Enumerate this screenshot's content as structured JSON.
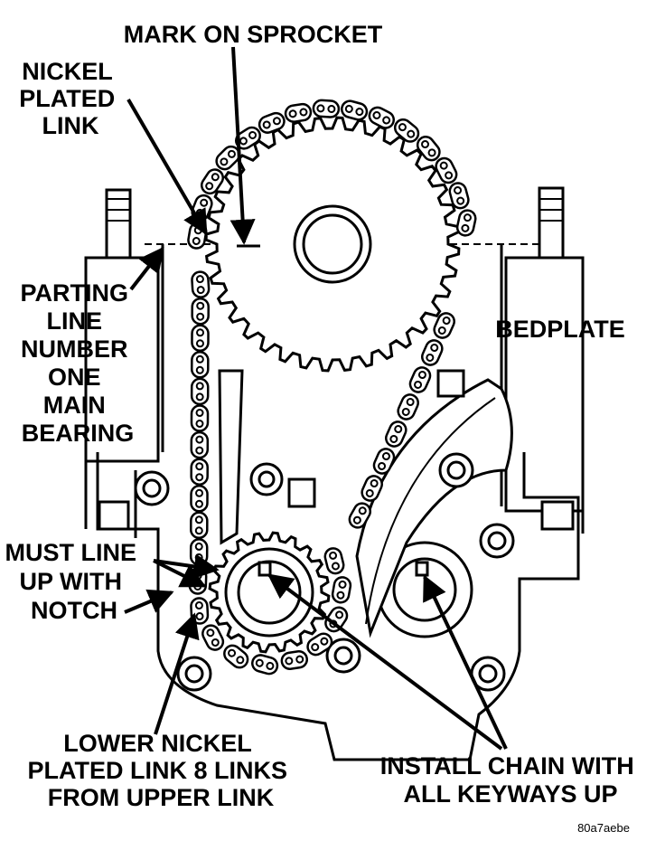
{
  "labels": {
    "mark_on_sprocket": "MARK ON SPROCKET",
    "nickel_plated_link": [
      "NICKEL",
      "PLATED",
      "LINK"
    ],
    "parting_line": [
      "PARTING",
      "LINE",
      "NUMBER",
      "ONE",
      "MAIN",
      "BEARING"
    ],
    "bedplate": "BEDPLATE",
    "must_line_up": [
      "MUST LINE",
      "UP WITH",
      "NOTCH"
    ],
    "lower_nickel": [
      "LOWER NICKEL",
      "PLATED LINK 8 LINKS",
      "FROM UPPER LINK"
    ],
    "install_chain": [
      "INSTALL CHAIN WITH",
      "ALL KEYWAYS UP"
    ]
  },
  "figure_id": "80a7aebe"
}
